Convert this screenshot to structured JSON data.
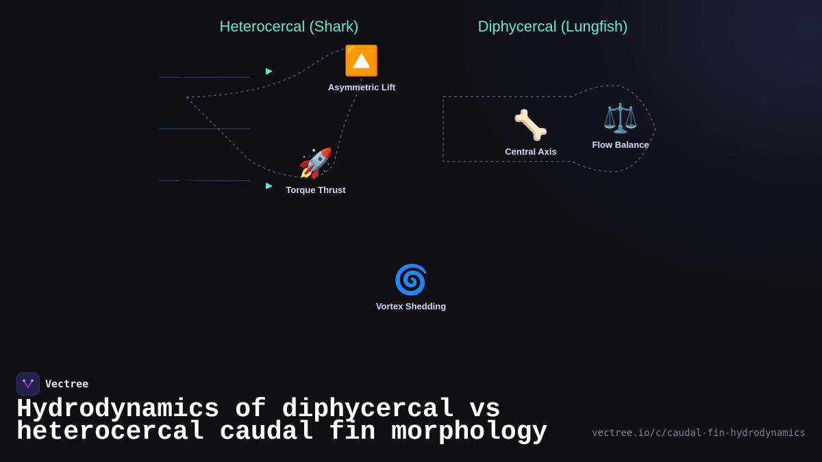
{
  "sections": {
    "heterocercal": "Heterocercal (Shark)",
    "diphycercal": "Diphycercal (Lungfish)"
  },
  "nodes": {
    "asymmetric_lift": {
      "icon": "up-arrow-icon",
      "glyph": "🔼",
      "label": "Asymmetric Lift"
    },
    "torque_thrust": {
      "icon": "rocket-icon",
      "glyph": "🚀",
      "label": "Torque Thrust"
    },
    "central_axis": {
      "icon": "bone-icon",
      "glyph": "🦴",
      "label": "Central Axis"
    },
    "flow_balance": {
      "icon": "balance-scale-icon",
      "glyph": "⚖️",
      "label": "Flow Balance"
    },
    "vortex_shedding": {
      "icon": "cyclone-icon",
      "glyph": "🌀",
      "label": "Vortex Shedding"
    }
  },
  "footer": {
    "brand": "Vectree",
    "title": "Hydrodynamics of diphycercal vs heterocercal caudal fin morphology",
    "url": "vectree.io/c/caudal-fin-hydrodynamics"
  },
  "colors": {
    "heading": "#5eead4",
    "arrow": "#5eead4",
    "dashed_outline": "#4b5870",
    "stream_line": "#1e2e48",
    "label": "#d4d8f0",
    "background": "#0f0f14"
  }
}
